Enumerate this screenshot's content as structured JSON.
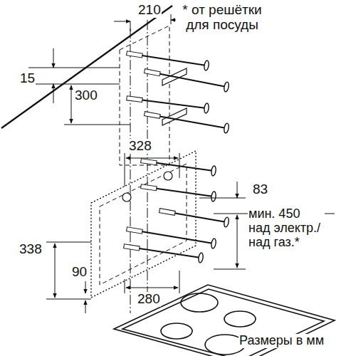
{
  "diagram": {
    "labels": [
      "210",
      "* от решётки для посуды",
      "15",
      "300",
      "328",
      "83",
      "мин. 450 над электр./ над газ.*",
      "338",
      "90",
      "280",
      "Размеры в мм"
    ]
  }
}
